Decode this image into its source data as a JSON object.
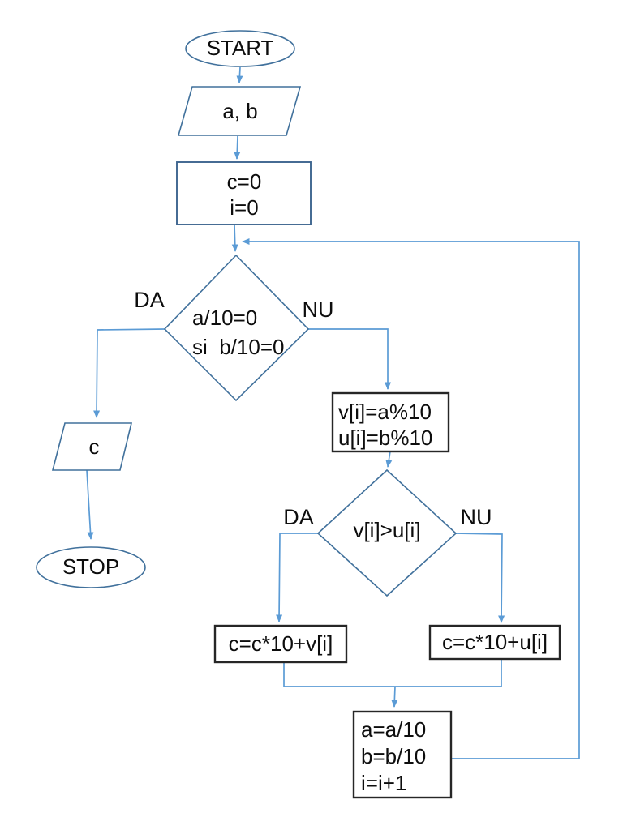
{
  "diagram": {
    "type": "flowchart",
    "nodes": {
      "start": {
        "shape": "ellipse",
        "label": "START"
      },
      "input_ab": {
        "shape": "parallelogram",
        "label": "a, b"
      },
      "init": {
        "shape": "rectangle",
        "line1": "c=0",
        "line2": "i=0"
      },
      "decision1": {
        "shape": "diamond",
        "line1": "a/10=0",
        "line2": "si  b/10=0"
      },
      "output_c": {
        "shape": "parallelogram",
        "label": "c"
      },
      "stop": {
        "shape": "ellipse",
        "label": "STOP"
      },
      "digits": {
        "shape": "rectangle",
        "line1": "v[i]=a%10",
        "line2": "u[i]=b%10"
      },
      "decision2": {
        "shape": "diamond",
        "label": "v[i]>u[i]"
      },
      "add_v": {
        "shape": "rectangle",
        "label": "c=c*10+v[i]"
      },
      "add_u": {
        "shape": "rectangle",
        "label": "c=c*10+u[i]"
      },
      "update": {
        "shape": "rectangle",
        "line1": "a=a/10",
        "line2": "b=b/10",
        "line3": "i=i+1"
      }
    },
    "edge_labels": {
      "decision1_yes": "DA",
      "decision1_no": "NU",
      "decision2_yes": "DA",
      "decision2_no": "NU"
    }
  },
  "colors": {
    "shape_outline_blue": "#41719c",
    "box_outline_black": "#262626",
    "connector_blue": "#5b9bd5",
    "text": "#0d0d0d",
    "background": "#ffffff"
  }
}
